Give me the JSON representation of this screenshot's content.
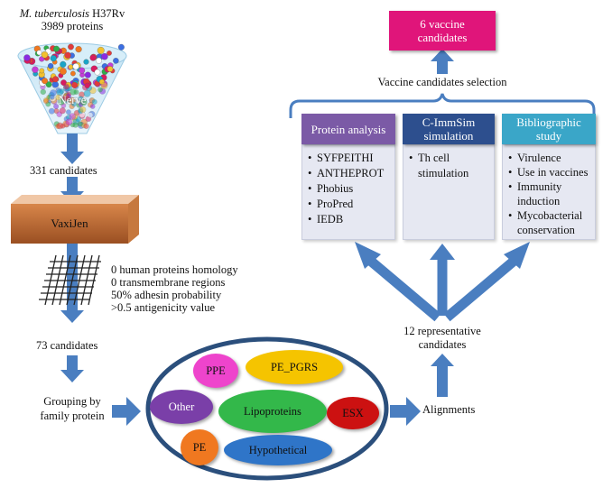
{
  "source": {
    "organism": "M. tuberculosis",
    "strain": " H37Rv",
    "proteins": "3989 proteins"
  },
  "funnel": {
    "label": "Nerve"
  },
  "step1": {
    "label": "331 candidates"
  },
  "vaxijen": {
    "label": "VaxiJen"
  },
  "filters": [
    "0 human proteins homology",
    "0 transmembrane regions",
    "50% adhesin probability",
    ">0.5 antigenicity value"
  ],
  "step2": {
    "label": "73 candidates"
  },
  "grouping": {
    "line1": "Grouping by",
    "line2": "family protein"
  },
  "families": {
    "ppe": "PPE",
    "pe_pgrs": "PE_PGRS",
    "other": "Other",
    "lipoproteins": "Lipoproteins",
    "esx": "ESX",
    "pe": "PE",
    "hypothetical": "Hypothetical"
  },
  "alignments": {
    "label": "Alignments"
  },
  "representative": {
    "line1": "12 representative",
    "line2": "candidates"
  },
  "selection": {
    "label": "Vaccine candidates selection"
  },
  "result": {
    "line1": "6 vaccine",
    "line2": "candidates"
  },
  "columns": [
    {
      "title1": "Protein analysis",
      "title2": "",
      "items": [
        "SYFPEITHI",
        "ANTHEPROT",
        "Phobius",
        "ProPred",
        "IEDB"
      ]
    },
    {
      "title1": "C-ImmSim",
      "title2": "simulation",
      "items": [
        "Th cell",
        "stimulation"
      ]
    },
    {
      "title1": "Bibliographic",
      "title2": "study",
      "items": [
        "Virulence",
        "Use in vaccines",
        "Immunity",
        "induction",
        "Mycobacterial",
        "conservation"
      ]
    }
  ],
  "colors": {
    "arrow": "#4a7ec0",
    "ppe": "#ee44cc",
    "pe_pgrs": "#f5c400",
    "other": "#7a3fa8",
    "lipoproteins": "#33b84a",
    "esx": "#cc1111",
    "pe": "#f07820",
    "hypothetical": "#2f75c8",
    "result": "#e0157a",
    "col1": "#7b5aa6",
    "col2": "#2d4f8e",
    "col3": "#3aa6c8"
  }
}
